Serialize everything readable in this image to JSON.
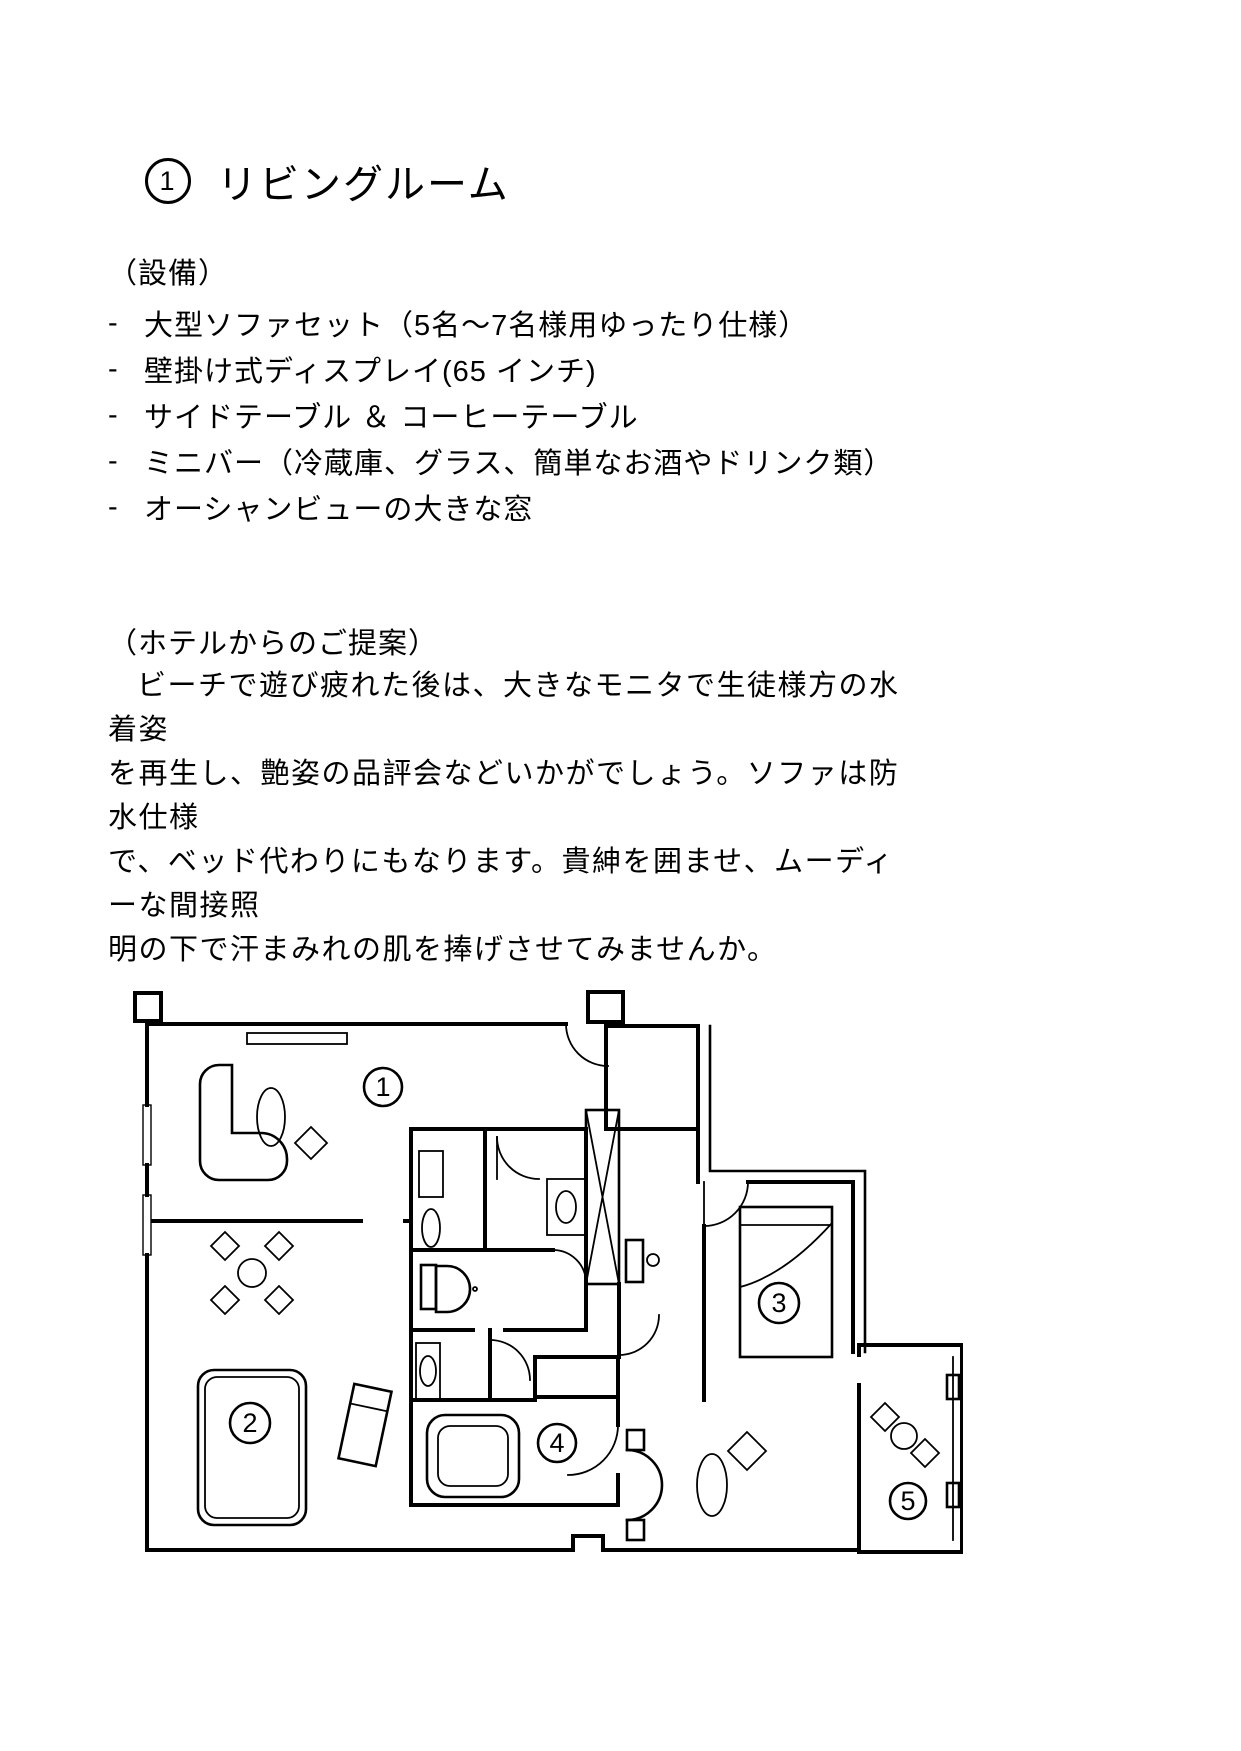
{
  "title": {
    "number": "1",
    "text": "リビングルーム"
  },
  "equipment": {
    "heading": "（設備）",
    "bullet": "-",
    "items": [
      "大型ソファセット（5名～7名様用ゆったり仕様）",
      "壁掛け式ディスプレイ(65 インチ)",
      "サイドテーブル ＆ コーヒーテーブル",
      "ミニバー（冷蔵庫、グラス、簡単なお酒やドリンク類）",
      "オーシャンビューの大きな窓"
    ]
  },
  "proposal": {
    "heading": "（ホテルからのご提案）",
    "body": "ビーチで遊び疲れた後は、大きなモニタで生徒様方の水着姿\nを再生し、艶姿の品評会などいかがでしょう。ソファは防水仕様\nで、ベッド代わりにもなります。貴紳を囲ませ、ムーディーな間接照\n明の下で汗まみれの肌を捧げさせてみませんか。"
  },
  "floorplan": {
    "rooms": [
      {
        "number": "1"
      },
      {
        "number": "2"
      },
      {
        "number": "3"
      },
      {
        "number": "4"
      },
      {
        "number": "5"
      }
    ]
  },
  "colors": {
    "ink": "#000000",
    "paper": "#ffffff"
  }
}
